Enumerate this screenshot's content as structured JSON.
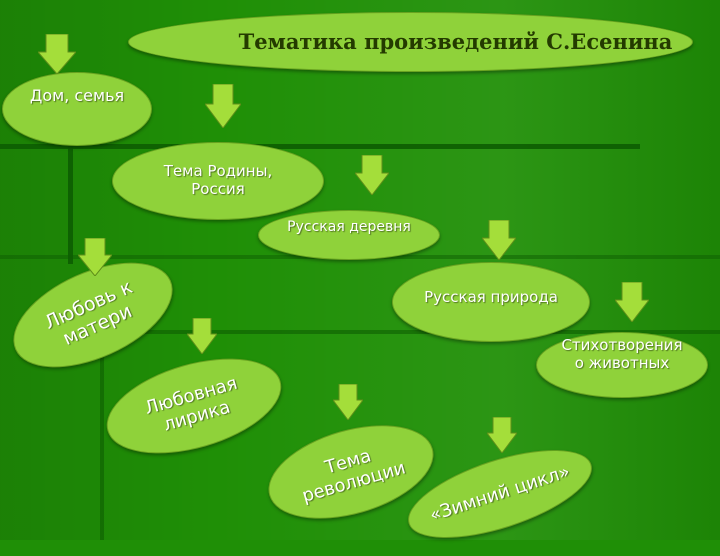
{
  "title": "Тематика произведений С.Есенина",
  "topics": {
    "home": "Дом, семья",
    "motherland": "Тема Родины,\nРоссия",
    "village": "Русская деревня",
    "mother_love": "Любовь к\nматери",
    "nature": "Русская природа",
    "animals": "Стихотворения\nо животных",
    "love_lyrics": "Любовная\nлирика",
    "revolution": "Тема\nреволюции",
    "winter_cycle": "«Зимний цикл»"
  },
  "colors": {
    "background": "#1f8f06",
    "bubble": "#8fd23a",
    "arrow": "#a4de3a",
    "band": "#0d5d02"
  }
}
